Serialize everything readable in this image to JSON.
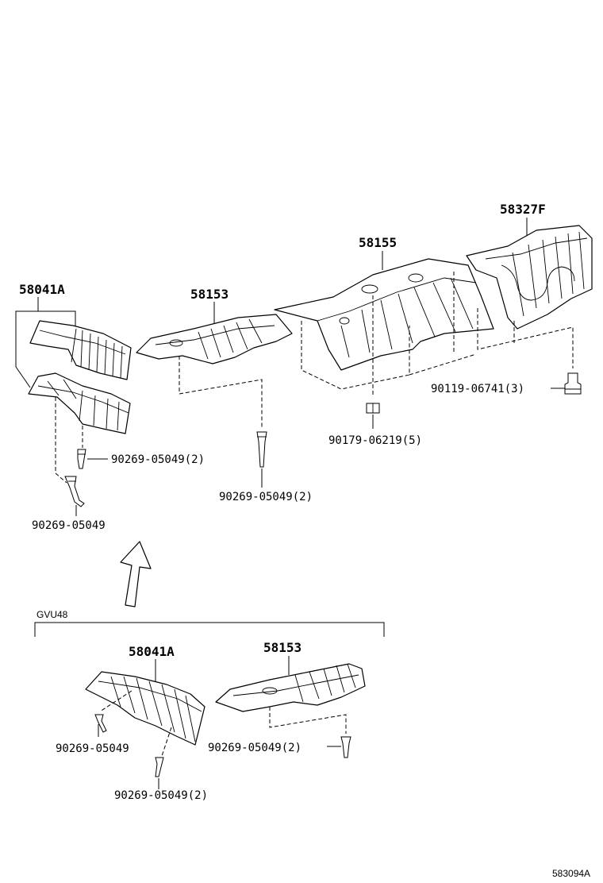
{
  "labels": {
    "upper_shield_front": "58041A",
    "upper_shield_center": "58153",
    "upper_shield_mid": "58155",
    "upper_shield_rear": "58327F",
    "clip_front_a": "90269-05049(2)",
    "clip_front_b": "90269-05049",
    "clip_center": "90269-05049(2)",
    "nut_mid": "90179-06219(5)",
    "bolt_rear": "90119-06741(3)",
    "variant_group": "GVU48",
    "lower_shield_front": "58041A",
    "lower_shield_center": "58153",
    "lower_clip_a": "90269-05049",
    "lower_clip_b": "90269-05049(2)",
    "lower_clip_center": "90269-05049(2)",
    "figure_id": "583094A"
  }
}
